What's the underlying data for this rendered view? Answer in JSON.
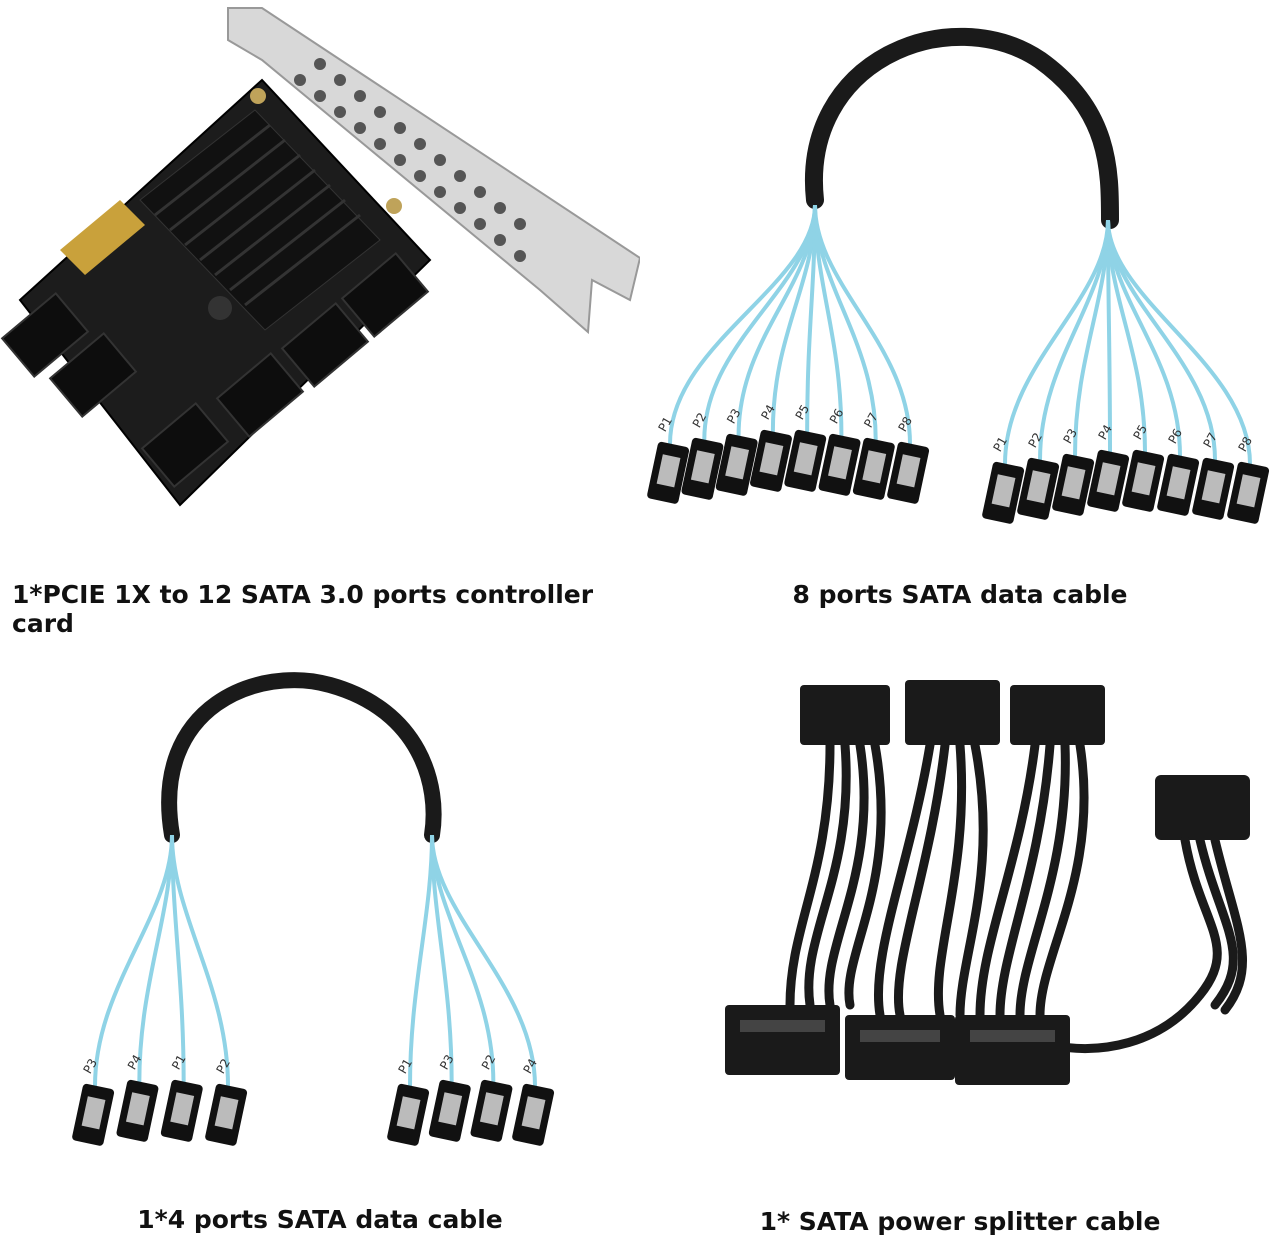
{
  "products": [
    {
      "caption": "1*PCIE 1X to 12 SATA 3.0 ports controller card"
    },
    {
      "caption": "8 ports SATA data cable",
      "labels": [
        "P1",
        "P2",
        "P3",
        "P4",
        "P5",
        "P6",
        "P7",
        "P8"
      ]
    },
    {
      "caption": "1*4 ports SATA data cable",
      "labels_left": [
        "P3",
        "P4",
        "P1",
        "P2"
      ],
      "labels_right": [
        "P1",
        "P3",
        "P2",
        "P4"
      ]
    },
    {
      "caption": "1* SATA power splitter cable"
    }
  ],
  "colors": {
    "cable_blue": "#8fd3e6",
    "sleeve": "#1a1a1a",
    "bracket": "#c9c9c9"
  }
}
